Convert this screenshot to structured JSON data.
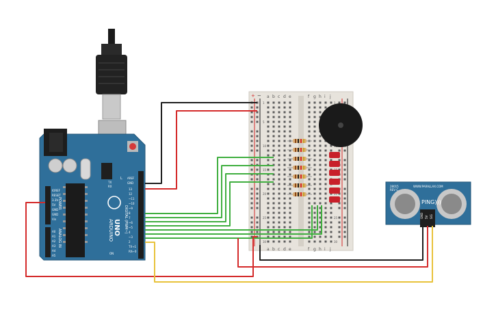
{
  "board": {
    "brand": "ARDUINO",
    "model": "UNO",
    "digital_label": "DIGITAL (PWM~)",
    "analog_label": "ANALOG IN",
    "power_label": "POWER",
    "tx_label": "TX",
    "rx_label": "RX",
    "l_label": "L",
    "on_label": "ON",
    "aref_label": "AREF",
    "gnd_label": "GND",
    "power_pins": [
      "IOREF",
      "RESET",
      "3.3V",
      "5V",
      "GND",
      "GND",
      "Vin"
    ],
    "analog_pins": [
      "A0",
      "A1",
      "A2",
      "A3",
      "A4",
      "A5"
    ],
    "digital_pins": [
      "13",
      "12",
      "~11",
      "~10",
      "~9",
      "8",
      "7",
      "~6",
      "~5",
      "4",
      "~3",
      "2",
      "TX→1",
      "RX←0"
    ]
  },
  "breadboard": {
    "columns_left": [
      "a",
      "b",
      "c",
      "d",
      "e"
    ],
    "columns_right": [
      "f",
      "g",
      "h",
      "i",
      "j"
    ],
    "row_numbers": [
      "1",
      "5",
      "10",
      "15",
      "20",
      "25",
      "30"
    ],
    "plus": "+",
    "minus": "−"
  },
  "sensor": {
    "model": "28015",
    "rev": "REV C",
    "site": "WWW.PARALLAX.COM",
    "name": "PING)))",
    "pins": [
      "GND",
      "5V",
      "SIG"
    ]
  },
  "colors": {
    "board": "#2f6f9a",
    "wire_black": "#1e1e1e",
    "wire_red": "#d42a2a",
    "wire_green": "#3fae3f",
    "wire_yellow": "#e8c23a",
    "led": "#c8202a",
    "breadboard": "#e7e3dc"
  }
}
